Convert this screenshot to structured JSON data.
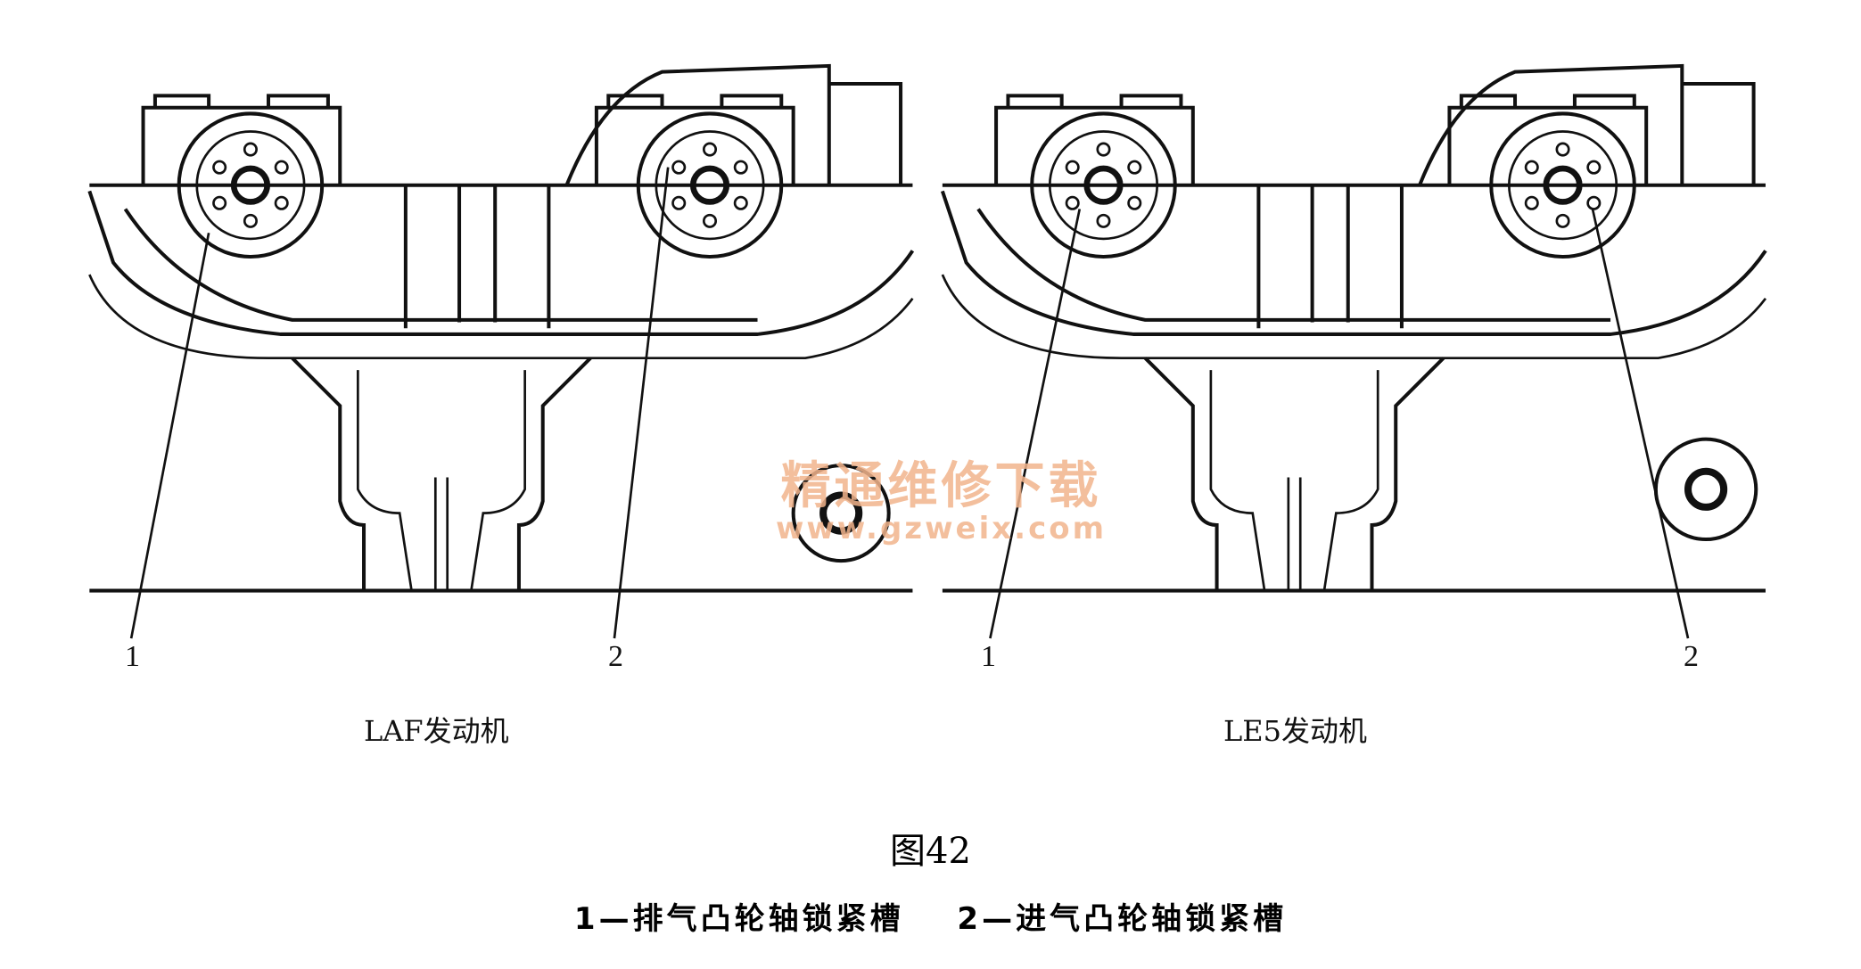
{
  "figure": {
    "left_engine": {
      "title": "LAF发动机",
      "callouts": [
        "1",
        "2"
      ]
    },
    "right_engine": {
      "title": "LE5发动机",
      "callouts": [
        "1",
        "2"
      ]
    },
    "figure_number": "图42",
    "legend": [
      "1—排气凸轮轴锁紧槽",
      "2—进气凸轮轴锁紧槽"
    ]
  },
  "watermark": {
    "text": "精通维修下载",
    "url": "www.gzweix.com",
    "color": "#f2b48c"
  }
}
